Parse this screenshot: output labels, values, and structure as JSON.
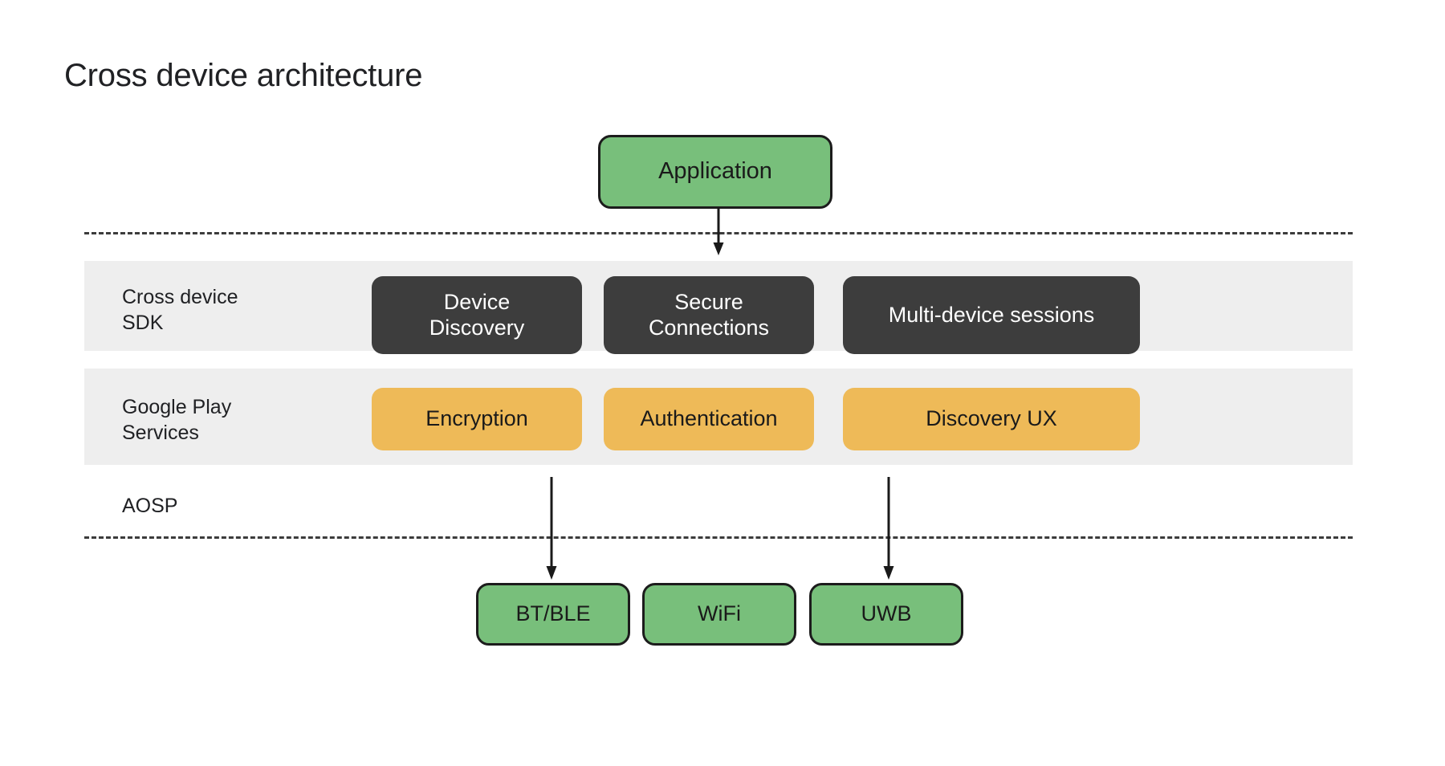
{
  "diagram": {
    "title": "Cross device architecture",
    "type": "layered-architecture",
    "top_node": {
      "label": "Application",
      "color": "#78bf7b"
    },
    "layers": [
      {
        "id": "cross-device-sdk",
        "label": "Cross device\nSDK",
        "band_color": "#eeeeee",
        "node_color": "#3d3d3d",
        "nodes": [
          {
            "label": "Device\nDiscovery"
          },
          {
            "label": "Secure\nConnections"
          },
          {
            "label": "Multi-device sessions"
          }
        ]
      },
      {
        "id": "google-play-services",
        "label": "Google Play\nServices",
        "band_color": "#eeeeee",
        "node_color": "#eeba58",
        "nodes": [
          {
            "label": "Encryption"
          },
          {
            "label": "Authentication"
          },
          {
            "label": "Discovery UX"
          }
        ]
      },
      {
        "id": "aosp",
        "label": "AOSP",
        "band_color": "none",
        "node_color": "#78bf7b",
        "nodes": []
      }
    ],
    "radios": [
      {
        "label": "BT/BLE"
      },
      {
        "label": "WiFi"
      },
      {
        "label": "UWB"
      }
    ],
    "separators": [
      {
        "id": "top-dashed",
        "style": "dashed"
      },
      {
        "id": "bottom-dashed",
        "style": "dashed"
      }
    ],
    "arrows": [
      {
        "id": "application-to-secure-connections",
        "from": "Application",
        "to": "Secure Connections"
      },
      {
        "id": "encryption-to-bt-ble",
        "from": "Encryption",
        "to": "BT/BLE"
      },
      {
        "id": "discovery-ux-to-uwb",
        "from": "Discovery UX",
        "to": "UWB"
      }
    ],
    "colors": {
      "green": "#78bf7b",
      "dark": "#3d3d3d",
      "amber": "#eeba58",
      "band": "#eeeeee",
      "stroke": "#1c1c1c",
      "text": "#202124"
    }
  }
}
